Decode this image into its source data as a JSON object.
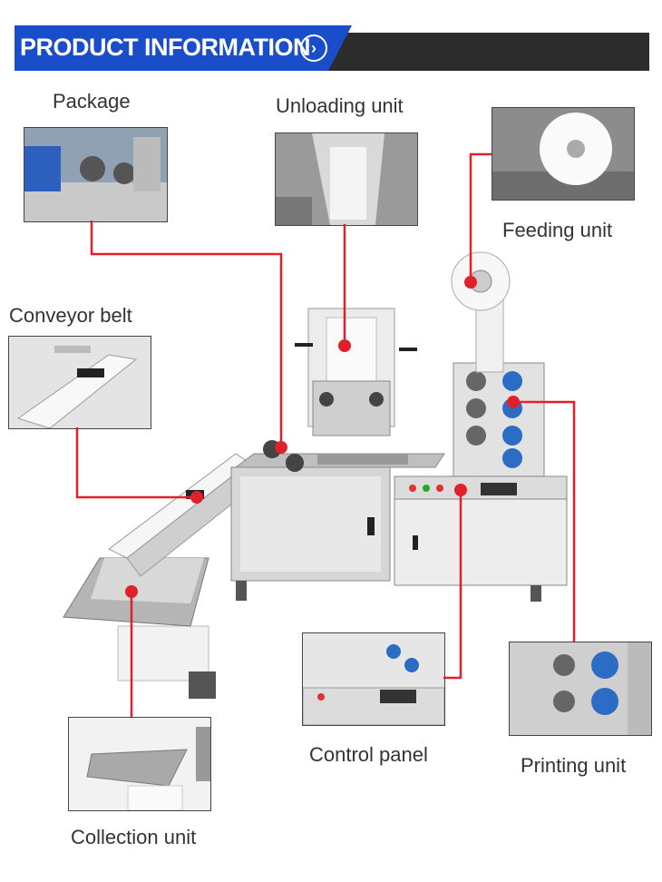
{
  "header": {
    "title": "PRODUCT INFORMATION",
    "arrow_icon": "chevron-right-icon",
    "accent_color": "#1a4dc9",
    "bar_color": "#2c2c2c"
  },
  "callout_color": "#e0202a",
  "labels": {
    "package": "Package",
    "unloading_unit": "Unloading unit",
    "feeding_unit": "Feeding unit",
    "conveyor_belt": "Conveyor belt",
    "control_panel": "Control panel",
    "printing_unit": "Printing unit",
    "collection_unit": "Collection unit"
  }
}
